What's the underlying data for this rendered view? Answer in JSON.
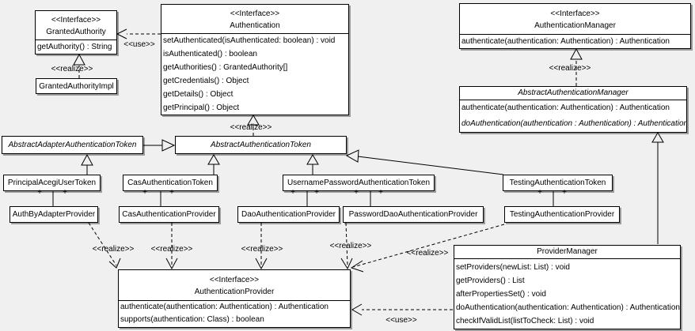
{
  "colors": {
    "background": "#f0f0f0",
    "box_fill": "#ffffff",
    "line": "#000000",
    "shadow": "#9c9c9c"
  },
  "labels": {
    "use": "<<use>>",
    "realize": "<<realize>>",
    "plus": "+"
  },
  "classes": {
    "granted_authority": {
      "stereotype": "<<Interface>>",
      "name": "GrantedAuthority",
      "methods": [
        "getAuthority() : String"
      ]
    },
    "granted_authority_impl": {
      "name": "GrantedAuthorityImpl"
    },
    "authentication": {
      "stereotype": "<<Interface>>",
      "name": "Authentication",
      "methods": [
        "setAuthenticated(isAuthenticated: boolean) : void",
        "isAuthenticated() : boolean",
        "getAuthorities() : GrantedAuthority[]",
        "getCredentials() : Object",
        "getDetails() : Object",
        "getPrincipal() : Object"
      ]
    },
    "authentication_manager": {
      "stereotype": "<<Interface>>",
      "name": "AuthenticationManager",
      "methods": [
        "authenticate(authentication: Authentication) : Authentication"
      ]
    },
    "abstract_authentication_manager": {
      "name": "AbstractAuthenticationManager",
      "methods": [
        "authenticate(authentication: Authentication) : Authentication",
        "doAuthentication(authentication : Authentication) : Authentication"
      ]
    },
    "abstract_adapter_authentication_token": {
      "name": "AbstractAdapterAuthenticationToken"
    },
    "abstract_authentication_token": {
      "name": "AbstractAuthenticationToken"
    },
    "principal_acegi_user_token": {
      "name": "PrincipalAcegiUserToken"
    },
    "cas_authentication_token": {
      "name": "CasAuthenticationToken"
    },
    "username_password_authentication_token": {
      "name": "UsernamePasswordAuthenticationToken"
    },
    "testing_authentication_token": {
      "name": "TestingAuthenticationToken"
    },
    "auth_by_adapter_provider": {
      "name": "AuthByAdapterProvider"
    },
    "cas_authentication_provider": {
      "name": "CasAuthenticationProvider"
    },
    "dao_authentication_provider": {
      "name": "DaoAuthenticationProvider"
    },
    "password_dao_authentication_provider": {
      "name": "PasswordDaoAuthenticationProvider"
    },
    "testing_authentication_provider": {
      "name": "TestingAuthenticationProvider"
    },
    "authentication_provider": {
      "stereotype": "<<Interface>>",
      "name": "AuthenticationProvider",
      "methods": [
        "authenticate(authentication: Authentication) : Authentication",
        "supports(authentication: Class) : boolean"
      ]
    },
    "provider_manager": {
      "name": "ProviderManager",
      "methods": [
        "setProviders(newList: List) : void",
        "getProviders() : List",
        "afterPropertiesSet() : void",
        "doAuthentication(authentication: Authentication) : Authentication",
        "checkIfValidList(listToCheck: List) : void"
      ]
    }
  }
}
